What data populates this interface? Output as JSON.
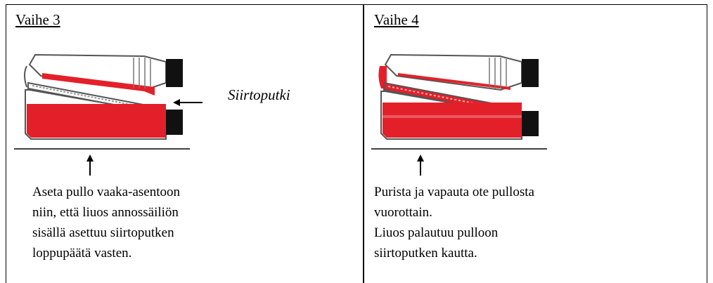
{
  "step3": {
    "title": "Vaihe 3",
    "callout_label": "Siirtoputki",
    "lines": [
      "Aseta pullo vaaka-asentoon",
      "niin, että liuos annossäiliön",
      "sisällä asettuu siirtoputken",
      "loppupäätä vasten."
    ]
  },
  "step4": {
    "title": "Vaihe 4",
    "lines": [
      "Purista ja vapauta ote pullosta",
      "vuorottain.",
      "Liuos palautuu pulloon",
      "siirtoputken kautta."
    ]
  },
  "colors": {
    "liquid": "#e3202a",
    "cap": "#111111",
    "outline": "#555555"
  }
}
